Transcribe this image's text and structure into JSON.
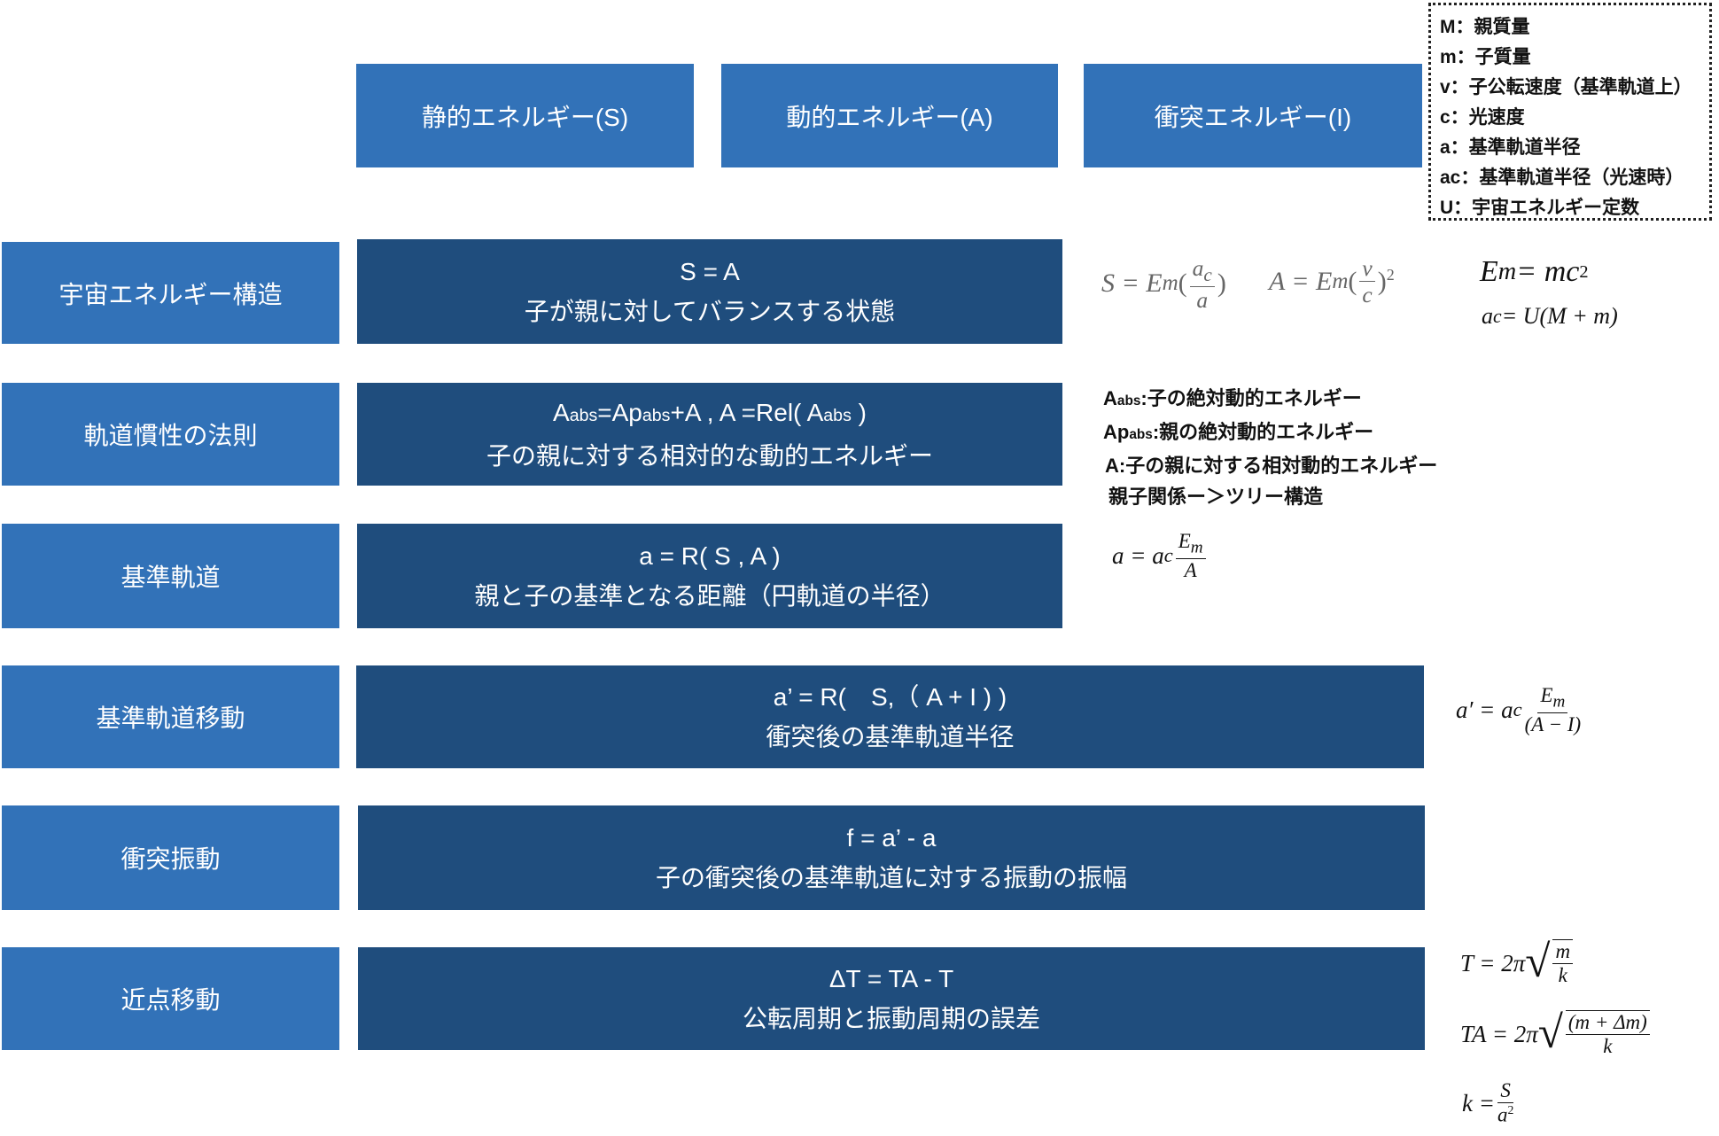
{
  "headers": [
    "静的エネルギー(S)",
    "動的エネルギー(A)",
    "衝突エネルギー(I)"
  ],
  "legend": [
    "M：親質量",
    "m：子質量",
    "v：子公転速度（基準軌道上）",
    "c：光速度",
    "a：基準軌道半径",
    "ac：基準軌道半径（光速時）",
    "U：宇宙エネルギー定数"
  ],
  "rows": [
    {
      "label": "宇宙エネルギー構造",
      "line1": "S = A",
      "line2": "子が親に対してバランスする状態"
    },
    {
      "label": "軌道慣性の法則",
      "line1_parts": [
        "A",
        "abs",
        "=Ap",
        "abs",
        "+A , A =Rel( A",
        "abs",
        " )"
      ],
      "line2": "子の親に対する相対的な動的エネルギー"
    },
    {
      "label": "基準軌道",
      "line1": "a = R( S , A )",
      "line2": "親と子の基準となる距離（円軌道の半径）"
    },
    {
      "label": "基準軌道移動",
      "line1": "a’ = R(　S,（ A + I ) )",
      "line2": "衝突後の基準軌道半径"
    },
    {
      "label": "衝突振動",
      "line1": "f = a’ - a",
      "line2": "子の衝突後の基準軌道に対する振動の振幅"
    },
    {
      "label": "近点移動",
      "line1": "ΔT = TA - T",
      "line2": "公転周期と振動周期の誤差"
    }
  ],
  "annotations": [
    {
      "parts": [
        "A",
        "abs",
        ":子の絶対動的エネルギー"
      ]
    },
    {
      "parts": [
        "Ap",
        "abs",
        ":親の絶対動的エネルギー"
      ]
    },
    {
      "text": "A:子の親に対する相対動的エネルギー"
    },
    {
      "text": "親子関係ー＞ツリー構造"
    }
  ],
  "formulas": {
    "s_eq": {
      "lhs": "S = E",
      "sub": "m",
      "open": "(",
      "num": "a",
      "numsub": "c",
      "den": "a",
      "close": ")"
    },
    "a_eq": {
      "lhs": "A = E",
      "sub": "m",
      "open": "(",
      "num": "v",
      "den": "c",
      "close": ")",
      "sup": "2"
    },
    "em": {
      "lhs": "E",
      "sub": "m",
      "rhs": " = mc",
      "sup": "2"
    },
    "ac": {
      "lhs": "a",
      "sub": "c",
      "rhs": " = U(M + m)"
    },
    "a_def": {
      "lhs": "a = a",
      "sub": "c",
      "num": "E",
      "numsub": "m",
      "den": "A"
    },
    "a_prime": {
      "lhs": "a′ = a",
      "sub": "c",
      "num": "E",
      "numsub": "m",
      "den": "(A − I)"
    },
    "t": {
      "lhs": "T = 2π",
      "num": "m",
      "den": "k"
    },
    "ta": {
      "lhs": "TA = 2π",
      "num": "(m + Δm)",
      "den": "k"
    },
    "k": {
      "lhs": "k = ",
      "num": "S",
      "den": "a",
      "densup": "2"
    }
  }
}
